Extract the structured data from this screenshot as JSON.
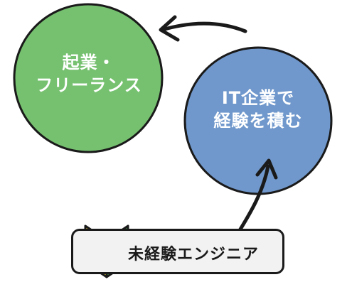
{
  "nodes": {
    "left": {
      "lines": [
        "起業・",
        "フリーランス"
      ],
      "color": "#76c170"
    },
    "right": {
      "lines": [
        "IT企業で",
        "経験を積む"
      ],
      "color": "#7098cc"
    },
    "bottom": {
      "label": "未経験エンジニア",
      "icon": "beginner-mark-icon"
    }
  },
  "colors": {
    "outline": "#1a1a1a",
    "beginner_yellow": "#f3d33a",
    "beginner_green": "#3fae4b"
  }
}
